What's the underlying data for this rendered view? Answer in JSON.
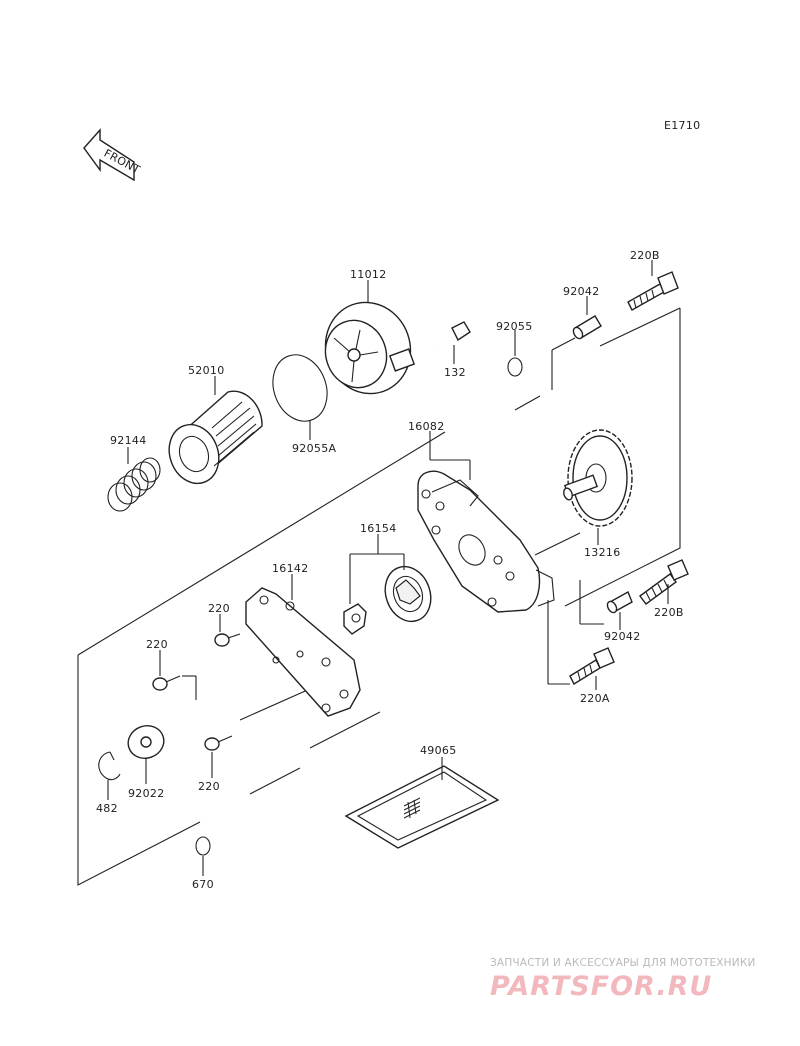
{
  "diagram_code": "E1710",
  "front_label": "FRONT",
  "parts": {
    "p11012": "11012",
    "p52010": "52010",
    "p92144": "92144",
    "p92055A": "92055A",
    "p132": "132",
    "p92055": "92055",
    "p92042_top": "92042",
    "p220B_top": "220B",
    "p16082": "16082",
    "p13216": "13216",
    "p16154": "16154",
    "p16142": "16142",
    "p220_a": "220",
    "p220_b": "220",
    "p220_c": "220",
    "p482": "482",
    "p92022": "92022",
    "p49065": "49065",
    "p670": "670",
    "p220B_bottom": "220B",
    "p92042_bottom": "92042",
    "p220A": "220A"
  },
  "watermark": {
    "tagline": "ЗАПЧАСТИ И АКСЕССУАРЫ ДЛЯ МОТОТЕХНИКИ",
    "logo": "PARTSFOR.RU"
  }
}
